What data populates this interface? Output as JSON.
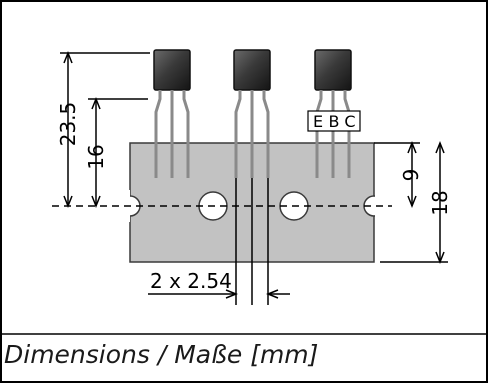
{
  "diagram": {
    "dim_overall_height": "23.5",
    "dim_lead_height": "16",
    "dim_hole_height": "9",
    "dim_tape_height": "18",
    "dim_lead_pitch": "2 x 2.54",
    "pin_labels": [
      "E",
      "B",
      "C"
    ]
  },
  "caption": "Dimensions / Maße [mm]",
  "colors": {
    "tape": "#c2c2c2",
    "tape_border": "#3a3a3a",
    "transistor_body": "#2b2b2b",
    "lead": "#9a9a9a"
  }
}
